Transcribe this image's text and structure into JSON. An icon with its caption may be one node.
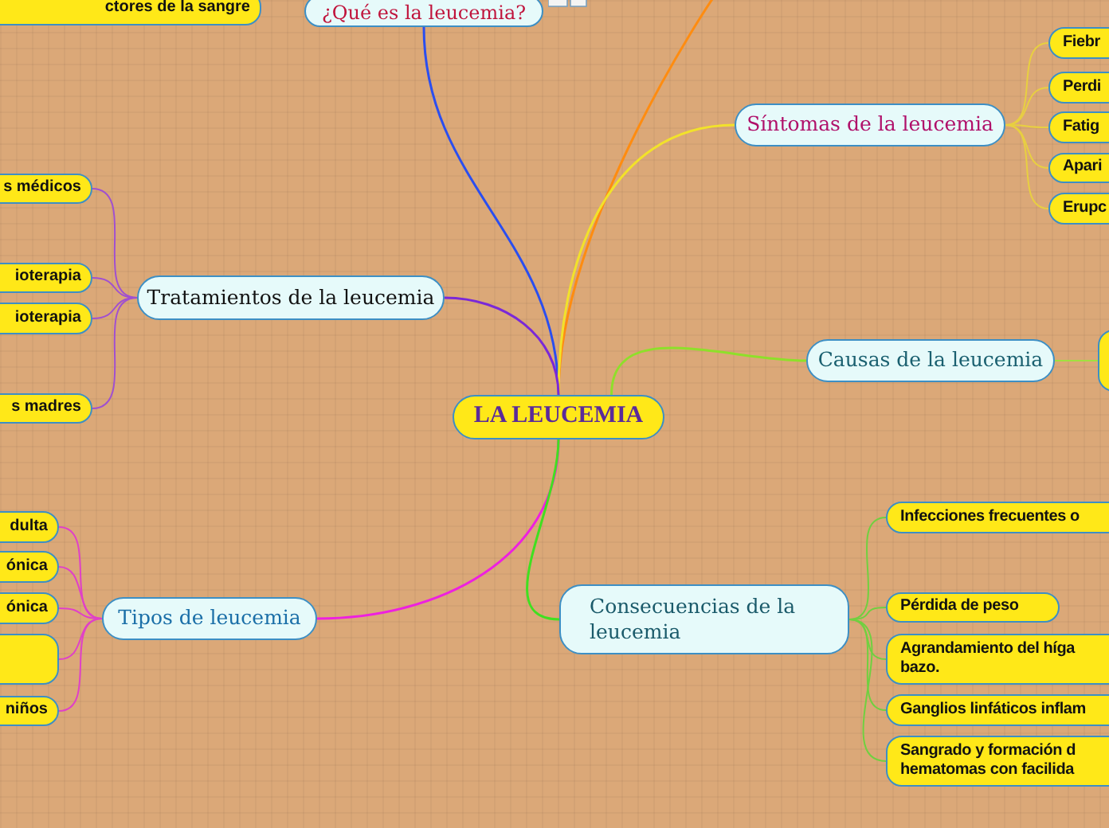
{
  "diagram": {
    "nodes": [
      {
        "text": [
          "LA LEUCEMIA"
        ]
      },
      {
        "text": [
          "¿Qué es la leucemia?"
        ]
      },
      {
        "text": [
          "Síntomas de la leucemia"
        ]
      },
      {
        "text": [
          "Fiebr"
        ]
      },
      {
        "text": [
          "Perdi"
        ]
      },
      {
        "text": [
          "Fatig"
        ]
      },
      {
        "text": [
          "Apari"
        ]
      },
      {
        "text": [
          "Erupc"
        ]
      },
      {
        "text": [
          "Causas de la leucemia"
        ]
      },
      {
        "text": [],
        "shape": "box"
      },
      {
        "text": [
          "ctores de la sangre"
        ]
      },
      {
        "text": [
          "Tratamientos de la leucemia"
        ]
      },
      {
        "text": [
          "s médicos"
        ]
      },
      {
        "text": [
          "ioterapia"
        ]
      },
      {
        "text": [
          "ioterapia"
        ]
      },
      {
        "text": [
          "s madres"
        ]
      },
      {
        "text": [
          "Tipos de leucemia"
        ]
      },
      {
        "text": [
          "dulta"
        ]
      },
      {
        "text": [
          "ónica"
        ]
      },
      {
        "text": [
          "ónica"
        ]
      },
      {
        "text": [],
        "shape": "box"
      },
      {
        "text": [
          "niños"
        ]
      },
      {
        "text": [
          "Consecuencias de la leucemia"
        ]
      },
      {
        "text": [
          "Infecciones frecuentes o"
        ]
      },
      {
        "text": [
          "Pérdida de peso"
        ]
      },
      {
        "text": [
          "Agrandamiento del híga bazo."
        ]
      },
      {
        "text": [
          "Ganglios linfáticos inflam"
        ]
      },
      {
        "text": [
          "Sangrado y formación d hematomas con facilida"
        ]
      }
    ],
    "edges": [
      {
        "from": 0,
        "to": 1,
        "arrow": "none",
        "color": "#2a4ef0"
      },
      {
        "from": 0,
        "to": null,
        "arrow": "none",
        "color": "#ff8c10"
      },
      {
        "from": 0,
        "to": 2,
        "arrow": "none",
        "color": "#f2e22a"
      },
      {
        "from": 2,
        "to": 3,
        "arrow": "none",
        "color": "#e8d040"
      },
      {
        "from": 2,
        "to": 4,
        "arrow": "none",
        "color": "#e8d040"
      },
      {
        "from": 2,
        "to": 5,
        "arrow": "none",
        "color": "#e8d040"
      },
      {
        "from": 2,
        "to": 6,
        "arrow": "none",
        "color": "#e8d040"
      },
      {
        "from": 2,
        "to": 7,
        "arrow": "none",
        "color": "#e8d040"
      },
      {
        "from": 0,
        "to": 8,
        "arrow": "none",
        "color": "#8ee02a"
      },
      {
        "from": 8,
        "to": 9,
        "arrow": "none",
        "color": "#a0e040"
      },
      {
        "from": 0,
        "to": 11,
        "arrow": "none",
        "color": "#7a28d8"
      },
      {
        "from": 11,
        "to": 12,
        "arrow": "none",
        "color": "#a050d0"
      },
      {
        "from": 11,
        "to": 13,
        "arrow": "none",
        "color": "#a050d0"
      },
      {
        "from": 11,
        "to": 14,
        "arrow": "none",
        "color": "#a050d0"
      },
      {
        "from": 11,
        "to": 15,
        "arrow": "none",
        "color": "#a050d0"
      },
      {
        "from": 0,
        "to": 16,
        "arrow": "none",
        "color": "#ee20e0"
      },
      {
        "from": 16,
        "to": 17,
        "arrow": "none",
        "color": "#e040c8"
      },
      {
        "from": 16,
        "to": 18,
        "arrow": "none",
        "color": "#e040c8"
      },
      {
        "from": 16,
        "to": 19,
        "arrow": "none",
        "color": "#e040c8"
      },
      {
        "from": 16,
        "to": 20,
        "arrow": "none",
        "color": "#e040c8"
      },
      {
        "from": 16,
        "to": 21,
        "arrow": "none",
        "color": "#e040c8"
      },
      {
        "from": 0,
        "to": 22,
        "arrow": "none",
        "color": "#40e020"
      },
      {
        "from": 22,
        "to": 23,
        "arrow": "none",
        "color": "#70d040"
      },
      {
        "from": 22,
        "to": 24,
        "arrow": "none",
        "color": "#70d040"
      },
      {
        "from": 22,
        "to": 25,
        "arrow": "none",
        "color": "#70d040"
      },
      {
        "from": 22,
        "to": 26,
        "arrow": "none",
        "color": "#70d040"
      },
      {
        "from": 22,
        "to": 27,
        "arrow": "none",
        "color": "#70d040"
      }
    ]
  }
}
